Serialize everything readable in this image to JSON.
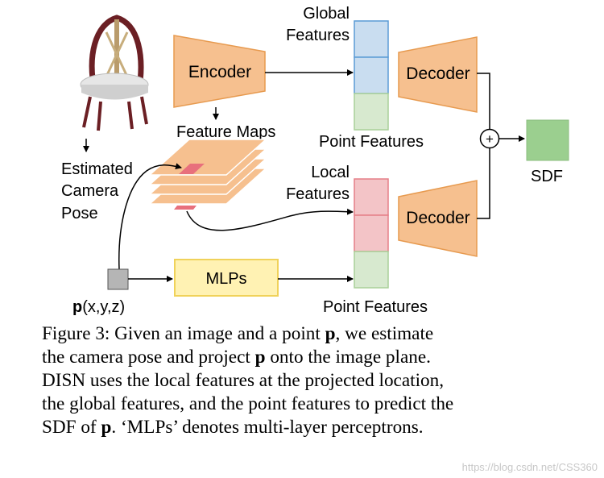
{
  "figure": {
    "labels": {
      "global_features_line1": "Global",
      "global_features_line2": "Features",
      "encoder": "Encoder",
      "decoder_top": "Decoder",
      "decoder_bottom": "Decoder",
      "feature_maps": "Feature Maps",
      "point_features_top": "Point Features",
      "estimated_line1": "Estimated",
      "estimated_line2": "Camera",
      "estimated_line3": "Pose",
      "local_features_line1": "Local",
      "local_features_line2": "Features",
      "plus": "+",
      "sdf": "SDF",
      "mlps": "MLPs",
      "point_bold": "p",
      "point_coords": "(x,y,z)",
      "point_features_bottom": "Point Features"
    },
    "colors": {
      "encoder_fill": "#f6c08f",
      "encoder_stroke": "#e79a4f",
      "global_fill": "#c9ddf0",
      "global_stroke": "#5b9bd5",
      "local_fill": "#f3c4c7",
      "local_stroke": "#e57f87",
      "point_fill": "#d7e9cf",
      "point_stroke": "#a9cf99",
      "sdf_fill": "#9bcf8f",
      "mlp_fill": "#fff2b3",
      "mlp_stroke": "#f0d25a",
      "feature_map_fill": "#f6c08f",
      "feature_patch": "#e8707c",
      "p_box_fill": "#b5b5b5"
    }
  },
  "caption": {
    "line1_a": "Figure 3: Given an image and a point ",
    "line1_b": "p",
    "line1_c": ", we estimate",
    "line2_a": "the camera pose and project ",
    "line2_b": "p",
    "line2_c": " onto the image plane.",
    "line3": "DISN uses the local features at the projected location,",
    "line4": "the global features, and the point features to predict the",
    "line5_a": "SDF of ",
    "line5_b": "p",
    "line5_c": ". ‘MLPs’ denotes multi-layer perceptrons."
  },
  "watermark": "https://blog.csdn.net/CSS360"
}
